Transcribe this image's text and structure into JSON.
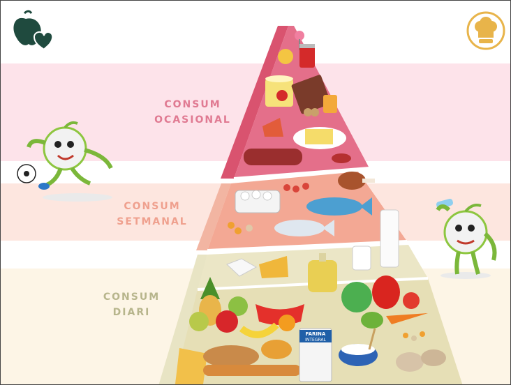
{
  "tiers": {
    "occasional": {
      "line1": "CONSUM",
      "line2": "OCASIONAL"
    },
    "weekly": {
      "line1": "CONSUM",
      "line2": "SETMANAL"
    },
    "daily": {
      "line1": "CONSUM",
      "line2": "DIARI"
    }
  },
  "foods": {
    "flour_label_line1": "FARINA",
    "flour_label_line2": "INTEGRAL"
  },
  "icons": {
    "home": "apple-hearts-icon",
    "recipes": "chef-hat-icon"
  },
  "colors": {
    "occasional": "#e07a92",
    "weekly": "#efa08e",
    "daily": "#b7b58c",
    "icon_dark": "#1f4a3e",
    "icon_gold": "#e8b44a"
  }
}
